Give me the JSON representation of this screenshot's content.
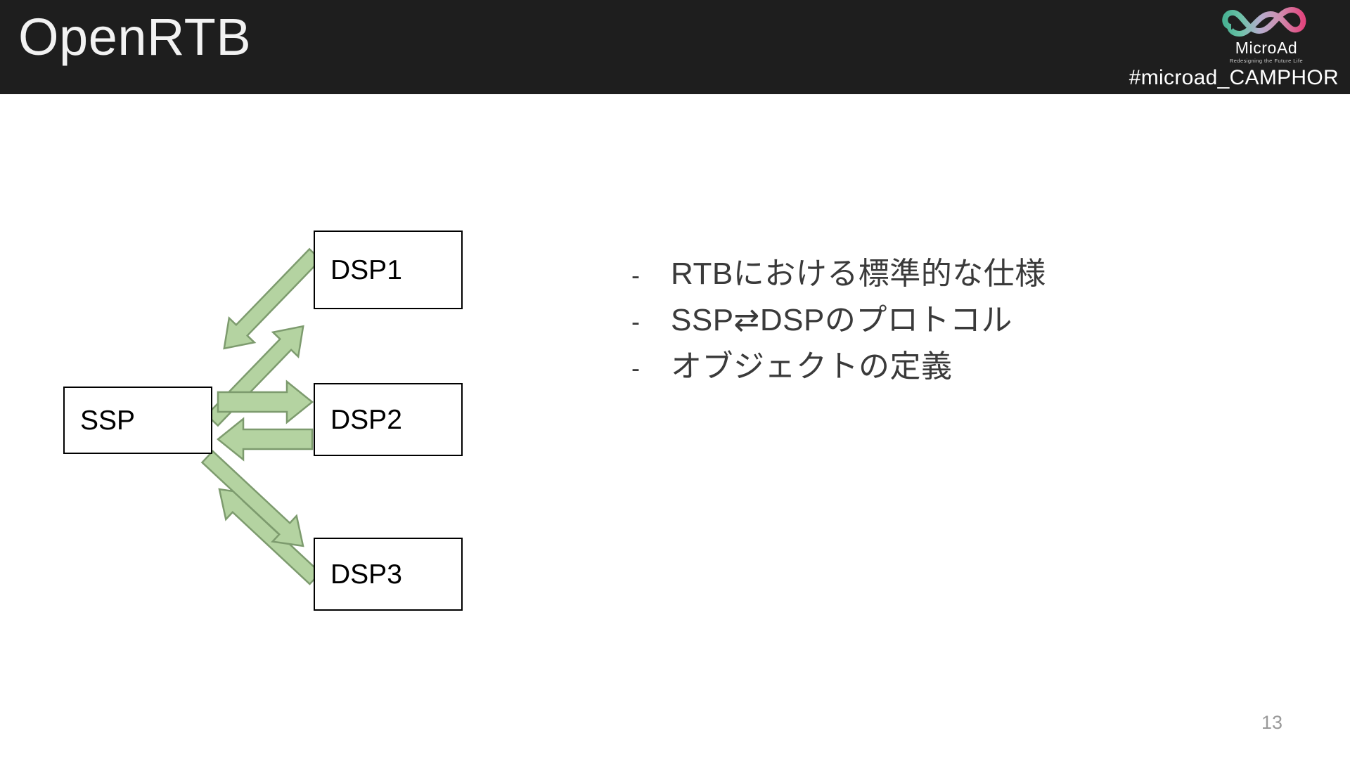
{
  "header": {
    "title": "OpenRTB",
    "background_color": "#1e1e1e",
    "title_color": "#f2f2f2",
    "brand": {
      "name": "MicroAd",
      "tagline": "Redesigning the Future Life",
      "logo_icon": "microad-infinity-ribbon-logo",
      "gradient_start": "#4fb79a",
      "gradient_mid": "#b9a7cf",
      "gradient_end": "#e0538a"
    },
    "hashtag": "#microad_CAMPHOR"
  },
  "diagram": {
    "title": "SSP to DSP OpenRTB exchange diagram",
    "nodes": [
      {
        "id": "ssp",
        "label": "SSP"
      },
      {
        "id": "dsp1",
        "label": "DSP1"
      },
      {
        "id": "dsp2",
        "label": "DSP2"
      },
      {
        "id": "dsp3",
        "label": "DSP3"
      }
    ],
    "connections": [
      {
        "from": "ssp",
        "to": "dsp1",
        "direction": "up-right",
        "icon": "arrow-up-right-icon"
      },
      {
        "from": "dsp1",
        "to": "ssp",
        "direction": "down-left",
        "icon": "arrow-down-left-icon"
      },
      {
        "from": "ssp",
        "to": "dsp2",
        "direction": "right",
        "icon": "arrow-right-icon"
      },
      {
        "from": "dsp2",
        "to": "ssp",
        "direction": "left",
        "icon": "arrow-left-icon"
      },
      {
        "from": "dsp3",
        "to": "ssp",
        "direction": "up-left",
        "icon": "arrow-up-left-icon"
      },
      {
        "from": "ssp",
        "to": "dsp3",
        "direction": "down-right",
        "icon": "arrow-down-right-icon"
      }
    ],
    "arrow_fill_color": "#b4d3a1",
    "arrow_stroke_color": "#7d9b6e",
    "node_border_color": "#000000",
    "node_fill_color": "#ffffff"
  },
  "bullets": {
    "marker": "-",
    "items": [
      {
        "text": "RTBにおける標準的な仕様"
      },
      {
        "text": "SSP⇄DSPのプロトコル"
      },
      {
        "text": "オブジェクトの定義"
      }
    ],
    "text_color": "#3a3a3a"
  },
  "footer": {
    "page_number": "13",
    "page_number_color": "#9a9a9a"
  }
}
